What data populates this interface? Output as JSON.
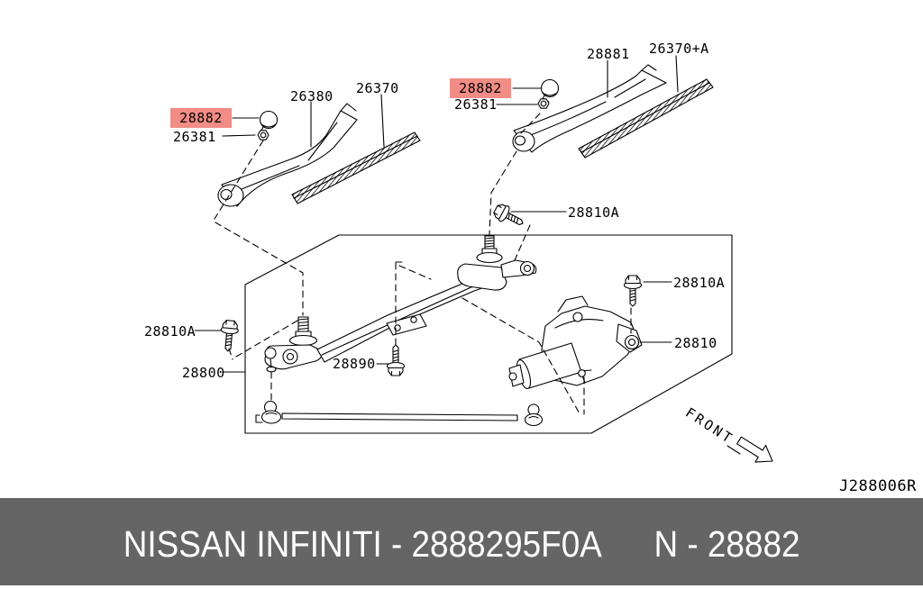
{
  "diagram": {
    "drawing_code": "J288006R",
    "front_label": "FRONT",
    "highlight_color": "#f28c86",
    "line_color": "#000000",
    "labels": [
      {
        "id": "left-28882",
        "text": "28882",
        "highlighted": true
      },
      {
        "id": "left-26381",
        "text": "26381",
        "highlighted": false
      },
      {
        "id": "left-26380",
        "text": "26380",
        "highlighted": false
      },
      {
        "id": "left-26370",
        "text": "26370",
        "highlighted": false
      },
      {
        "id": "right-28882",
        "text": "28882",
        "highlighted": true
      },
      {
        "id": "right-26381",
        "text": "26381",
        "highlighted": false
      },
      {
        "id": "right-28881",
        "text": "28881",
        "highlighted": false
      },
      {
        "id": "right-26370-a",
        "text": "26370+A",
        "highlighted": false
      },
      {
        "id": "mid-28810a",
        "text": "28810A",
        "highlighted": false
      },
      {
        "id": "right-28810a",
        "text": "28810A",
        "highlighted": false
      },
      {
        "id": "right-28810",
        "text": "28810",
        "highlighted": false
      },
      {
        "id": "left-28810a",
        "text": "28810A",
        "highlighted": false
      },
      {
        "id": "left-28800",
        "text": "28800",
        "highlighted": false
      },
      {
        "id": "mid-28890",
        "text": "28890",
        "highlighted": false
      }
    ]
  },
  "footer": {
    "brand_part_text": "NISSAN INFINITI - 2888295F0A",
    "part_number_text": "N - 28882",
    "background": "#656565",
    "text_color": "#ffffff"
  }
}
